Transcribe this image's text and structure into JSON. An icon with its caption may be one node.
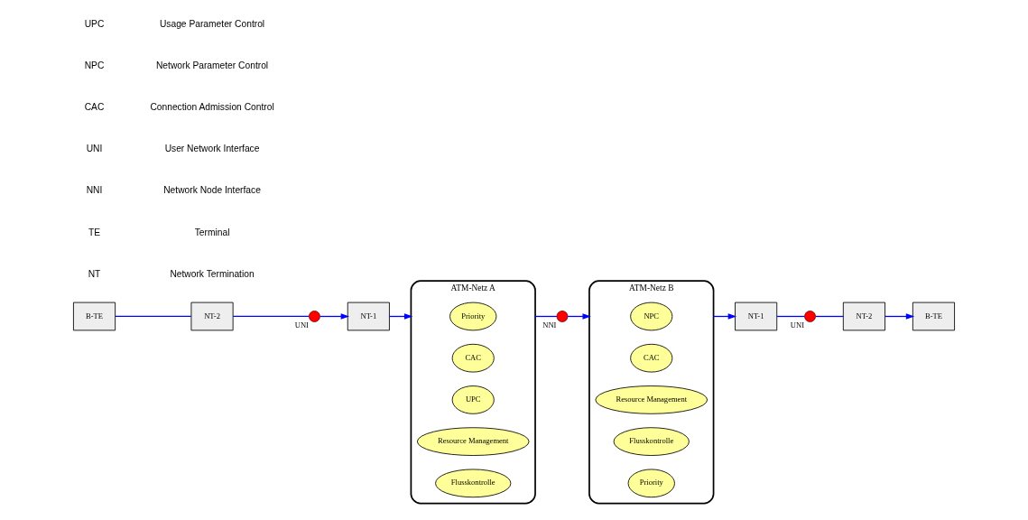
{
  "diagram": {
    "nodes": [
      {
        "text": [
          "B-TE"
        ]
      },
      {
        "text": [
          "NT-2"
        ]
      },
      {
        "text": [],
        "shape": "circle",
        "beside": [
          "UNI"
        ]
      },
      {
        "text": [
          "NT-1"
        ]
      },
      {
        "text": [
          "ATM-Netz A"
        ]
      },
      {
        "text": [
          "Priority"
        ],
        "in": 4
      },
      {
        "text": [
          "CAC"
        ],
        "in": 4
      },
      {
        "text": [
          "UPC"
        ],
        "in": 4
      },
      {
        "text": [
          "Resource Management"
        ],
        "in": 4
      },
      {
        "text": [
          "Flusskontrolle"
        ],
        "in": 4
      },
      {
        "text": [],
        "shape": "circle",
        "beside": [
          "NNI"
        ]
      },
      {
        "text": [
          "ATM-Netz B"
        ]
      },
      {
        "text": [
          "NPC"
        ],
        "in": 11
      },
      {
        "text": [
          "CAC"
        ],
        "in": 11
      },
      {
        "text": [
          "Resource Management"
        ],
        "in": 11
      },
      {
        "text": [
          "Flusskontrolle"
        ],
        "in": 11
      },
      {
        "text": [
          "Priority"
        ],
        "in": 11
      },
      {
        "text": [
          "NT-1"
        ]
      },
      {
        "text": [],
        "shape": "circle",
        "beside": [
          "UNI"
        ]
      },
      {
        "text": [
          "NT-2"
        ]
      },
      {
        "text": [
          "B-TE"
        ]
      }
    ],
    "edges": [
      {
        "from": 0,
        "to": 1,
        "arrow": "none",
        "color": "#0000ff"
      },
      {
        "from": 1,
        "to": 2,
        "arrow": "none",
        "color": "#0000ff"
      },
      {
        "from": 2,
        "to": 3,
        "arrow": "to",
        "color": "#0000ff"
      },
      {
        "from": 3,
        "to": 4,
        "arrow": "to",
        "color": "#0000ff"
      },
      {
        "from": 4,
        "to": 10,
        "arrow": "none",
        "color": "#0000ff"
      },
      {
        "from": 10,
        "to": 11,
        "arrow": "to",
        "color": "#0000ff"
      },
      {
        "from": 11,
        "to": 17,
        "arrow": "to",
        "color": "#0000ff"
      },
      {
        "from": 17,
        "to": 18,
        "arrow": "none",
        "color": "#0000ff"
      },
      {
        "from": 18,
        "to": 19,
        "arrow": "none",
        "color": "#0000ff"
      },
      {
        "from": 19,
        "to": 20,
        "arrow": "to",
        "color": "#0000ff"
      }
    ],
    "labels": [
      "UPC",
      "Usage Parameter Control",
      "NPC",
      "Network Parameter Control",
      "CAC",
      "Connection Admission Control",
      "UNI",
      "User Network Interface",
      "NNI",
      "Network Node Interface",
      "TE",
      "Terminal",
      "NT",
      "Network Termination"
    ]
  }
}
